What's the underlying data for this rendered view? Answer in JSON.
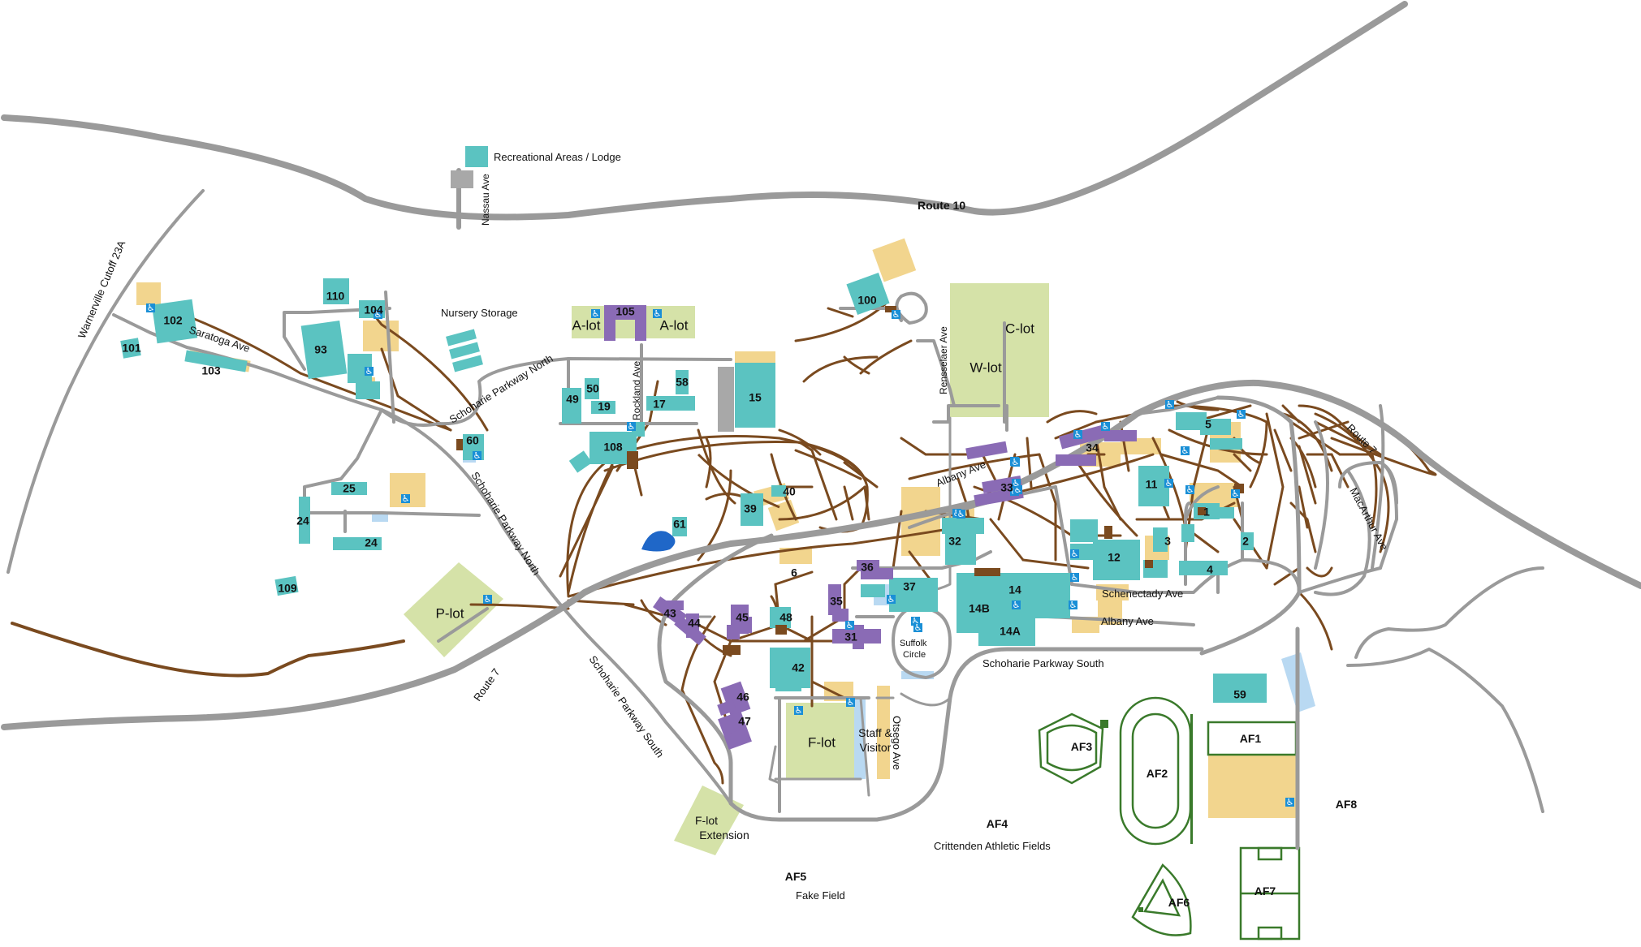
{
  "legend": {
    "label": "Recreational Areas / Lodge"
  },
  "colors": {
    "building": "#5bc3c1",
    "residence": "#8a6bb5",
    "parking_lot": "#d5e2a8",
    "parking_tan": "#f2d58e",
    "road": "#a8a8a8",
    "path": "#7a4a1f",
    "field_line": "#3a7a2b",
    "water": "#1f67c8",
    "accessible": "#1a8fd6"
  },
  "icons": {
    "accessible": "wheelchair-icon"
  },
  "roads": {
    "route10": "Route 10",
    "route7_west": "Route 7",
    "route7_east": "Route 7",
    "warnerville": "Warnerville Cutoff 23A",
    "nassau": "Nassau Ave",
    "saratoga": "Saratoga Ave",
    "schoharie_north_1": "Schoharie Parkway North",
    "schoharie_north_2": "Schoharie Parkway North",
    "schoharie_south_1": "Schoharie Parkway South",
    "schoharie_south_2": "Schoharie Parkway South",
    "rockland": "Rockland Ave",
    "rensselaer": "Rensselaer Ave",
    "albany_1": "Albany Ave",
    "albany_2": "Albany Ave",
    "schenectady": "Schenectady Ave",
    "macarthur": "MacArthur Ave",
    "otsego": "Otsego Ave",
    "suffolk_1": "Suffolk",
    "suffolk_2": "Circle"
  },
  "areas": {
    "nursery": "Nursery Storage",
    "crittenden": "Crittenden Athletic Fields",
    "fake_field": "Fake Field"
  },
  "lots": {
    "a_lot_west": "A-lot",
    "a_lot_east": "A-lot",
    "c_lot": "C-lot",
    "w_lot": "W-lot",
    "p_lot": "P-lot",
    "f_lot": "F-lot",
    "staff_1": "Staff &",
    "staff_2": "Visitor",
    "f_ext_1": "F-lot",
    "f_ext_2": "Extension"
  },
  "buildings": {
    "b1": "1",
    "b2": "2",
    "b3": "3",
    "b4": "4",
    "b5": "5",
    "b6": "6",
    "b11": "11",
    "b12": "12",
    "b14": "14",
    "b14a": "14A",
    "b14b": "14B",
    "b15": "15",
    "b17": "17",
    "b19": "19",
    "b24a": "24",
    "b24b": "24",
    "b25": "25",
    "b31": "31",
    "b32": "32",
    "b33": "33",
    "b34": "34",
    "b35": "35",
    "b36": "36",
    "b37": "37",
    "b39": "39",
    "b40": "40",
    "b42": "42",
    "b43": "43",
    "b44": "44",
    "b45": "45",
    "b46": "46",
    "b47": "47",
    "b48": "48",
    "b49": "49",
    "b50": "50",
    "b58": "58",
    "b59": "59",
    "b60": "60",
    "b61": "61",
    "b93": "93",
    "b100": "100",
    "b101": "101",
    "b102": "102",
    "b103": "103",
    "b104": "104",
    "b105": "105",
    "b108": "108",
    "b109": "109",
    "b110": "110"
  },
  "fields": {
    "af1": "AF1",
    "af2": "AF2",
    "af3": "AF3",
    "af4": "AF4",
    "af5": "AF5",
    "af6": "AF6",
    "af7": "AF7",
    "af8": "AF8"
  }
}
